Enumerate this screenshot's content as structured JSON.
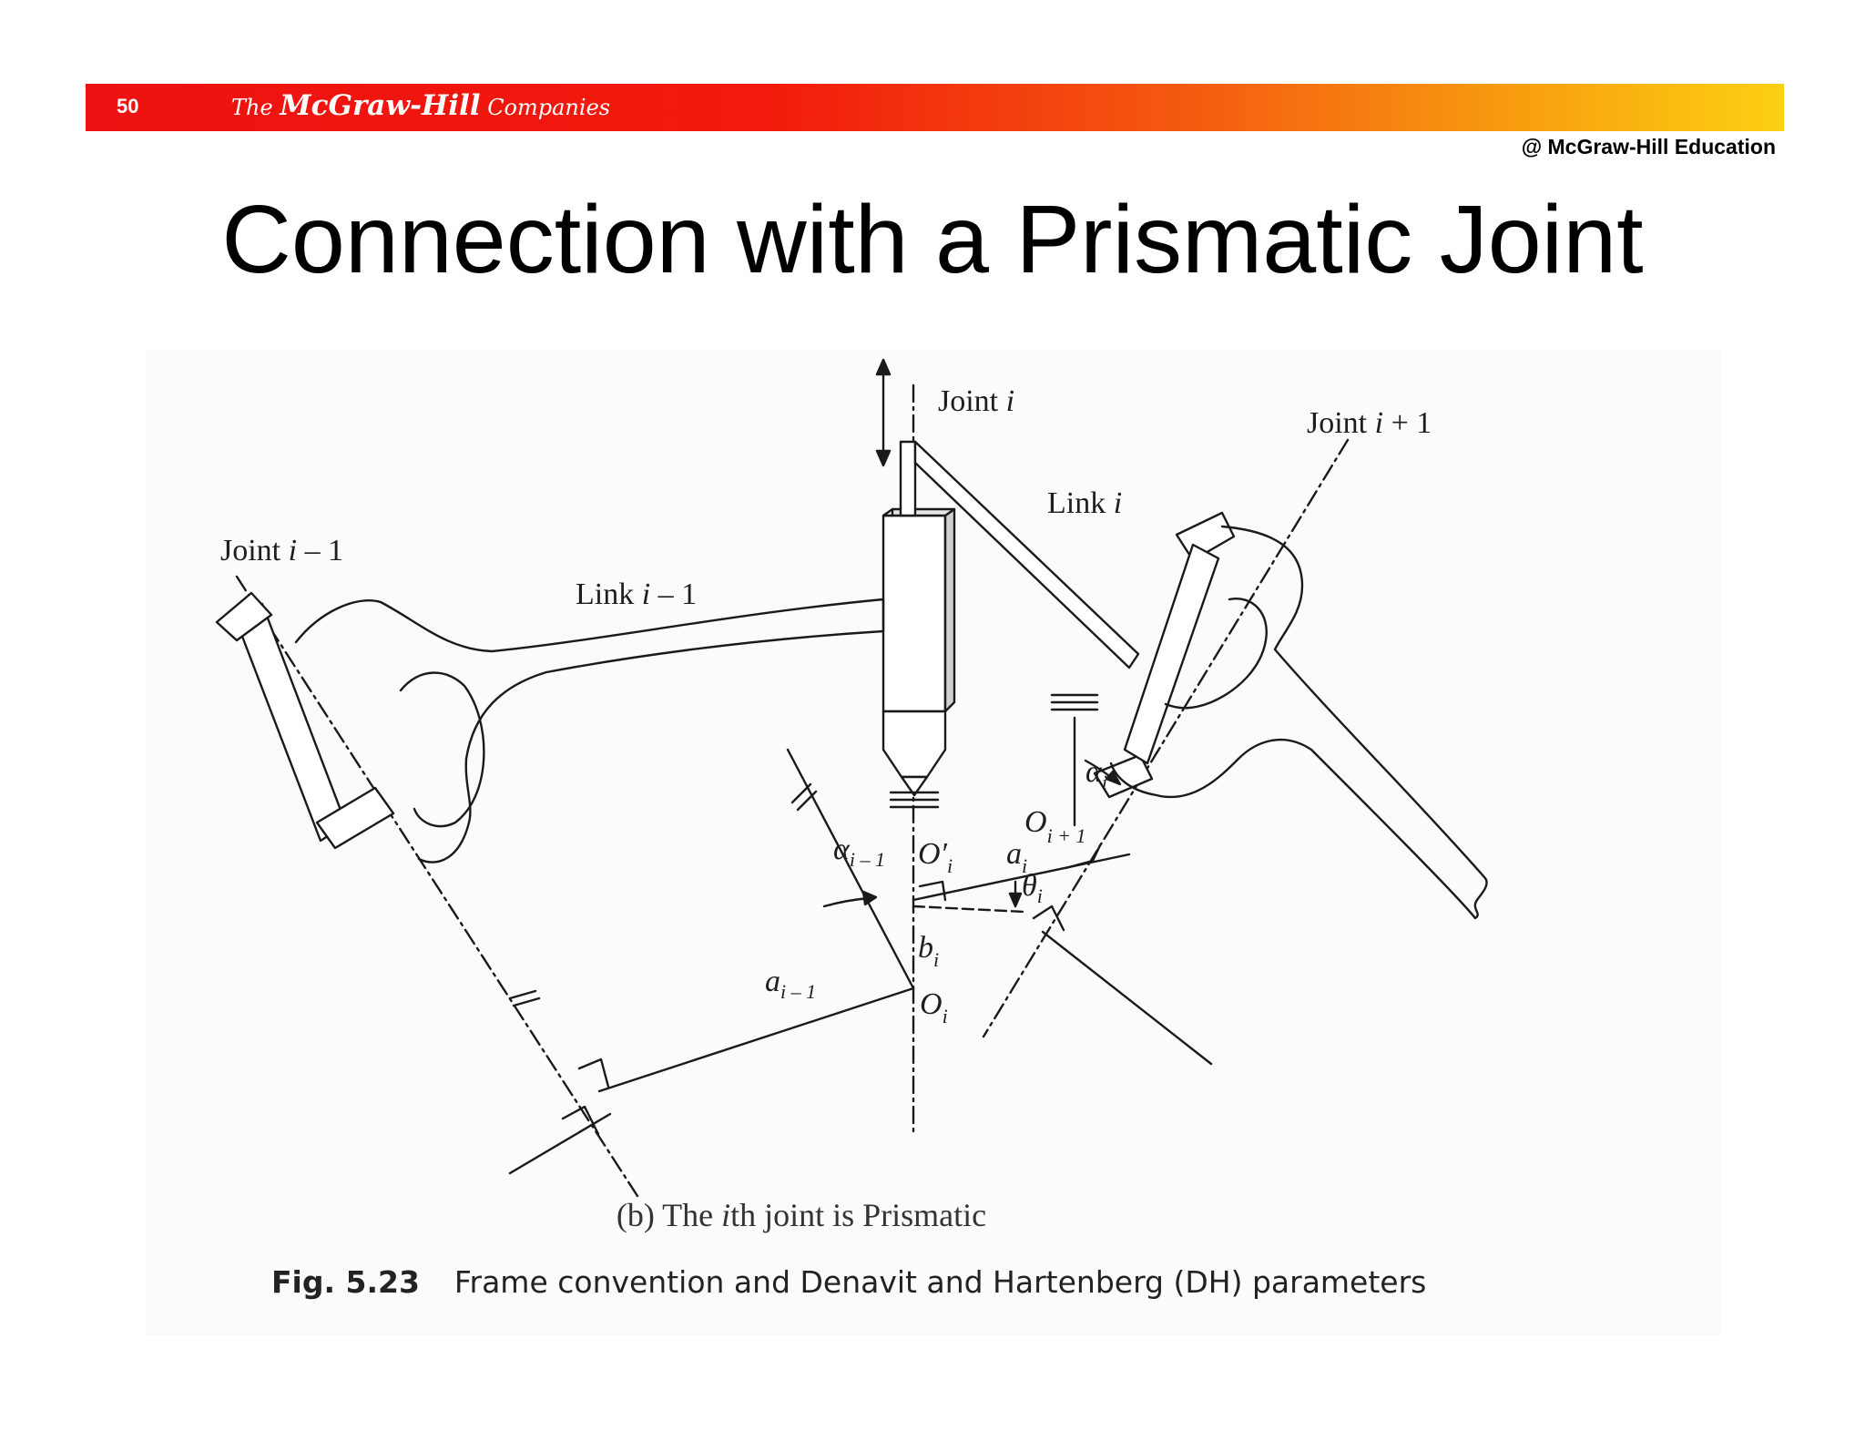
{
  "header": {
    "page_number": "50",
    "logo": {
      "the": "The ",
      "name": "McGraw-Hill",
      "companies": " Companies"
    },
    "copyright": "@ McGraw-Hill Education"
  },
  "title": "Connection with a Prismatic Joint",
  "figure": {
    "labels": {
      "joint_i": "Joint ",
      "joint_i_var": "i",
      "joint_i_plus_1": "Joint ",
      "joint_i_plus_1_var": "i",
      "joint_i_plus_1_suffix": " + 1",
      "joint_i_minus_1": "Joint ",
      "joint_i_minus_1_var": "i",
      "joint_i_minus_1_suffix": " – 1",
      "link_i": "Link ",
      "link_i_var": "i",
      "link_i_minus_1": "Link ",
      "link_i_minus_1_var": "i",
      "link_i_minus_1_suffix": " – 1",
      "alpha_i_minus_1": "α",
      "alpha_i_minus_1_sub": "i – 1",
      "o_prime_i": "O′",
      "o_prime_i_sub": "i",
      "a_i": "a",
      "a_i_sub": "i",
      "o_i_plus_1": "O",
      "o_i_plus_1_sub": "i + 1",
      "alpha_i": "α",
      "alpha_i_sub": "i",
      "theta_i": "θ",
      "theta_i_sub": "i",
      "b_i": "b",
      "b_i_sub": "i",
      "a_i_minus_1": "a",
      "a_i_minus_1_sub": "i – 1",
      "o_i": "O",
      "o_i_sub": "i"
    },
    "subcaption": {
      "prefix": "(b) The ",
      "var": "i",
      "suffix": "th joint is Prismatic"
    },
    "caption": {
      "label": "Fig. 5.23",
      "text": "Frame convention and Denavit and Hartenberg (DH) parameters"
    }
  }
}
